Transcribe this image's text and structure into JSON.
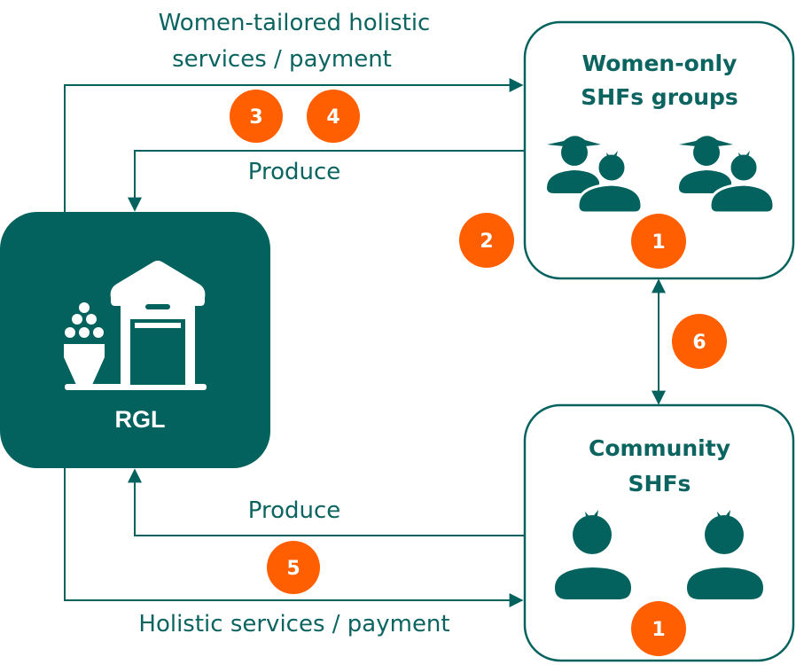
{
  "colors": {
    "teal": "#03625d",
    "orange": "#ff5f00",
    "white": "#ffffff"
  },
  "nodes": {
    "rgl": {
      "label": "RGL",
      "icon": "warehouse-silo-icon"
    },
    "women_group": {
      "title_line1": "Women-only",
      "title_line2": "SHFs groups",
      "icon": "women-farmer-group-icon",
      "badge": "1"
    },
    "community": {
      "title_line1": "Community",
      "title_line2": "SHFs",
      "icon": "farmer-person-icon",
      "badge": "1"
    }
  },
  "flows": {
    "top_services_line1": "Women-tailored holistic",
    "top_services_line2": "services / payment",
    "top_produce": "Produce",
    "bottom_produce": "Produce",
    "bottom_services": "Holistic services / payment"
  },
  "badges": {
    "b3": "3",
    "b4": "4",
    "b2": "2",
    "b5": "5",
    "b6": "6"
  }
}
